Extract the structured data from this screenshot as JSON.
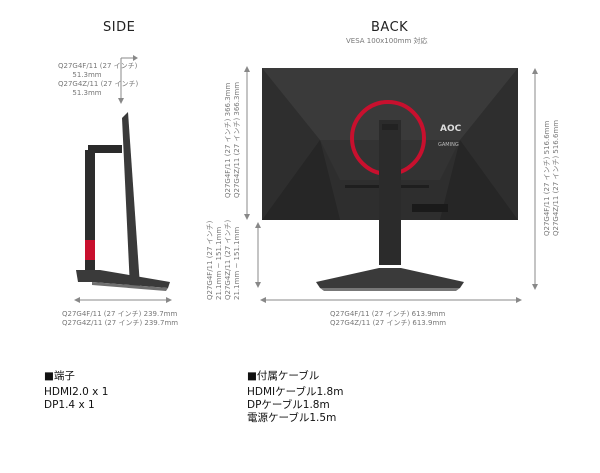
{
  "side": {
    "title": "SIDE",
    "depth_top": [
      "Q27G4F/11 (27 インチ)",
      "51.3mm",
      "Q27G4Z/11 (27 インチ)",
      "51.3mm"
    ],
    "depth_bottom": [
      "Q27G4F/11 (27 インチ) 239.7mm",
      "Q27G4Z/11 (27 インチ) 239.7mm"
    ]
  },
  "back": {
    "title": "BACK",
    "vesa": "VESA 100x100mm 対応",
    "logo_brand": "AOC",
    "logo_sub": "GAMING",
    "panel_height": [
      "Q27G4F/11 (27 インチ) 366.3mm",
      "Q27G4Z/11 (27 インチ) 366.3mm"
    ],
    "stand_height": [
      "Q27G4F/11 (27 インチ)",
      "21.1mm ~ 151.1mm",
      "Q27G4Z/11 (27 インチ)",
      "21.1mm ~ 151.1mm"
    ],
    "total_height": [
      "Q27G4F/11 (27 インチ) 516.6mm",
      "Q27G4Z/11 (27 インチ) 516.6mm"
    ],
    "width": [
      "Q27G4F/11 (27 インチ) 613.9mm",
      "Q27G4Z/11 (27 インチ) 613.9mm"
    ]
  },
  "ports": {
    "title": "■端子",
    "items": [
      "HDMI2.0 x 1",
      "DP1.4 x 1"
    ]
  },
  "accessories": {
    "title": "■付属ケーブル",
    "items": [
      "HDMIケーブル1.8m",
      "DPケーブル1.8m",
      "電源ケーブル1.5m"
    ]
  },
  "colors": {
    "accent": "#c8102e",
    "body": "#2b2b2b",
    "dim": "#8a8a8a"
  }
}
